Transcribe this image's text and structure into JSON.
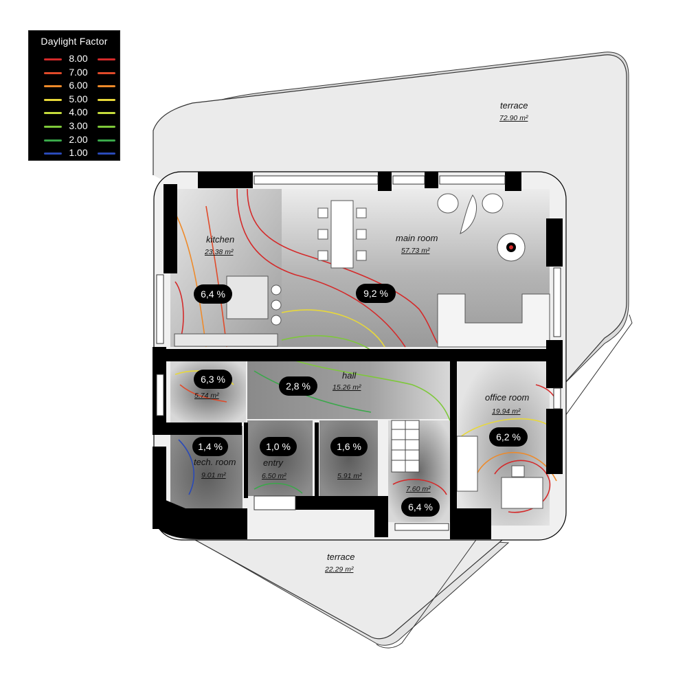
{
  "legend": {
    "title": "Daylight Factor",
    "items": [
      {
        "value": "8.00",
        "color": "#d42a2a"
      },
      {
        "value": "7.00",
        "color": "#e04a2a"
      },
      {
        "value": "6.00",
        "color": "#ee8a2a"
      },
      {
        "value": "5.00",
        "color": "#e8d83a"
      },
      {
        "value": "4.00",
        "color": "#c6dc3c"
      },
      {
        "value": "3.00",
        "color": "#7ec83a"
      },
      {
        "value": "2.00",
        "color": "#3aa84a"
      },
      {
        "value": "1.00",
        "color": "#2a4ab8"
      }
    ]
  },
  "rooms": {
    "terrace_top": {
      "name": "terrace",
      "area": "72.90 m²"
    },
    "terrace_bottom": {
      "name": "terrace",
      "area": "22.29 m²"
    },
    "kitchen": {
      "name": "kitchen",
      "area": "23.38 m²",
      "df": "6,4 %"
    },
    "main_room": {
      "name": "main room",
      "area": "57.73 m²",
      "df": "9,2 %"
    },
    "bathroom": {
      "area": "5.74 m²",
      "df": "6,3 %"
    },
    "hall": {
      "name": "hall",
      "area": "15.26 m²",
      "df": "2,8 %"
    },
    "office_room": {
      "name": "office room",
      "area": "19.94 m²",
      "df": "6,2 %"
    },
    "tech_room": {
      "name": "tech. room",
      "area": "9.01 m²",
      "df": "1,4 %"
    },
    "entry": {
      "name": "entry",
      "area": "6.50 m²",
      "df": "1,0 %"
    },
    "storage": {
      "area": "5.91 m²",
      "df": "1,6 %"
    },
    "small_room": {
      "area": "7.60 m²",
      "df": "6,4 %"
    }
  }
}
